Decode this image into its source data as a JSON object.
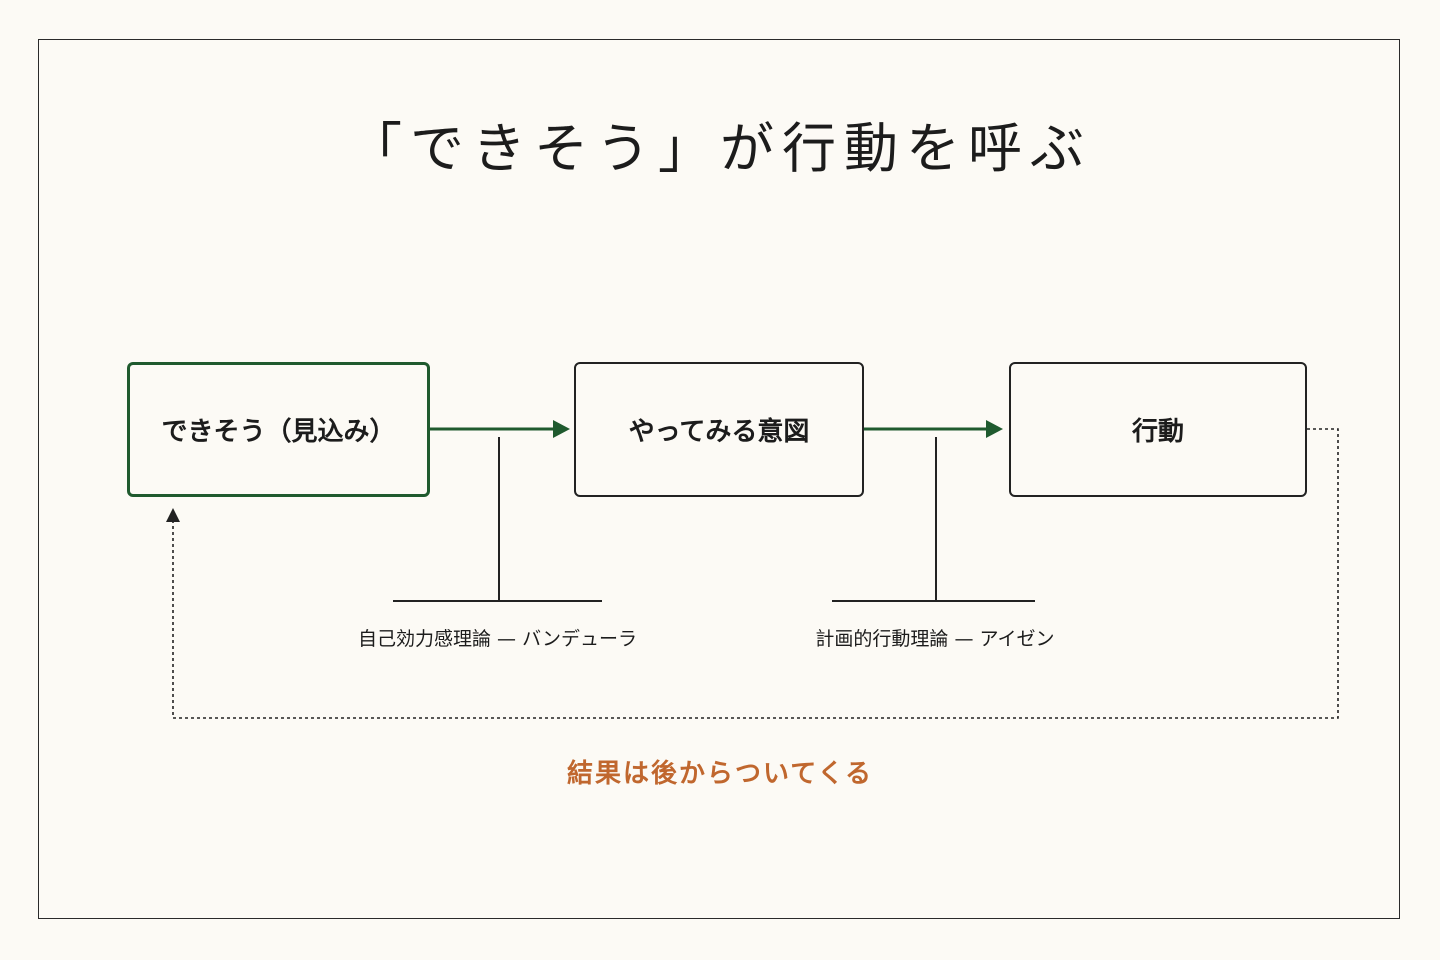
{
  "title": "「できそう」が行動を呼ぶ",
  "boxes": {
    "expectation": "できそう（見込み）",
    "intention": "やってみる意図",
    "action": "行動"
  },
  "theories": {
    "self_efficacy": "自己効力感理論 — バンデューラ",
    "planned_behavior": "計画的行動理論 — アイゼン"
  },
  "result": "結果は後からついてくる",
  "colors": {
    "background": "#fcfaf5",
    "frame": "#2a2a2a",
    "accent_green": "#1f5a2e",
    "result_orange": "#c0672e",
    "text": "#1c1c1c"
  }
}
